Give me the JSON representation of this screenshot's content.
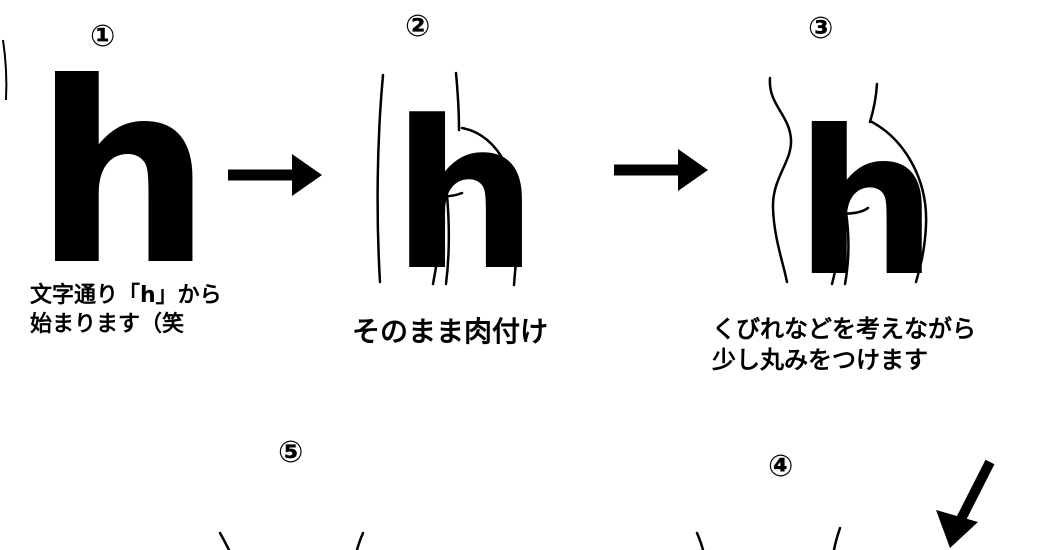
{
  "steps": [
    {
      "number": "①",
      "letter": "h",
      "caption_lines": [
        "文字通り「h」から",
        "始まります（笑"
      ]
    },
    {
      "number": "②",
      "letter": "h",
      "caption_lines": [
        "そのまま肉付け"
      ]
    },
    {
      "number": "③",
      "letter": "h",
      "caption_lines": [
        "くびれなどを考えながら",
        "少し丸みをつけます"
      ]
    },
    {
      "number": "④"
    },
    {
      "number": "⑤"
    }
  ]
}
